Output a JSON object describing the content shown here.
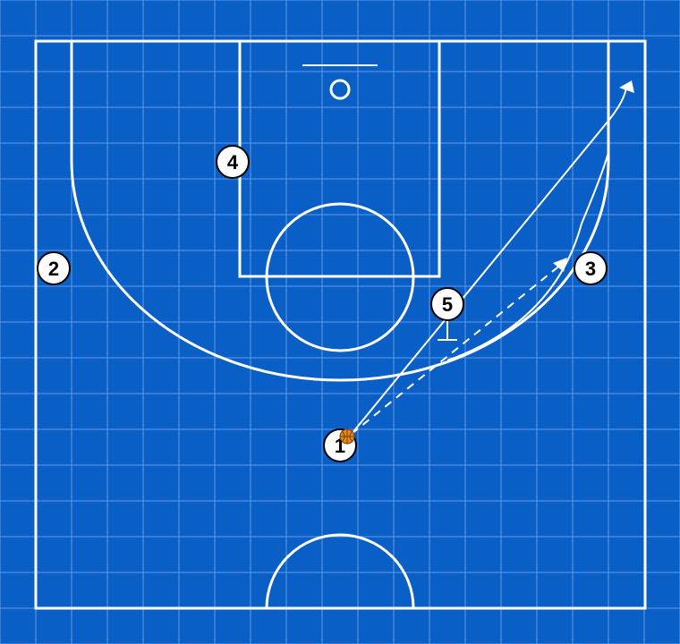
{
  "diagram": {
    "type": "basketball-half-court-play",
    "colors": {
      "background": "#0a5fc7",
      "grid_line": "#5e9ae3",
      "court_line": "#ffffff",
      "player_fill": "#ffffff",
      "player_stroke": "#000000",
      "ball": "#e88a1a"
    },
    "players": [
      {
        "id": "p1",
        "label": "1",
        "has_ball": true
      },
      {
        "id": "p2",
        "label": "2"
      },
      {
        "id": "p3",
        "label": "3"
      },
      {
        "id": "p4",
        "label": "4"
      },
      {
        "id": "p5",
        "label": "5"
      }
    ],
    "actions": [
      {
        "type": "cut",
        "from": "1",
        "to": "corner",
        "style": "solid-arrow"
      },
      {
        "type": "pass",
        "from": "1",
        "to": "3",
        "style": "dashed-arrow"
      },
      {
        "type": "screen",
        "by": "5",
        "style": "t-bar"
      },
      {
        "type": "cut",
        "from": "3",
        "to": "corner",
        "style": "solid-arrow"
      }
    ]
  }
}
